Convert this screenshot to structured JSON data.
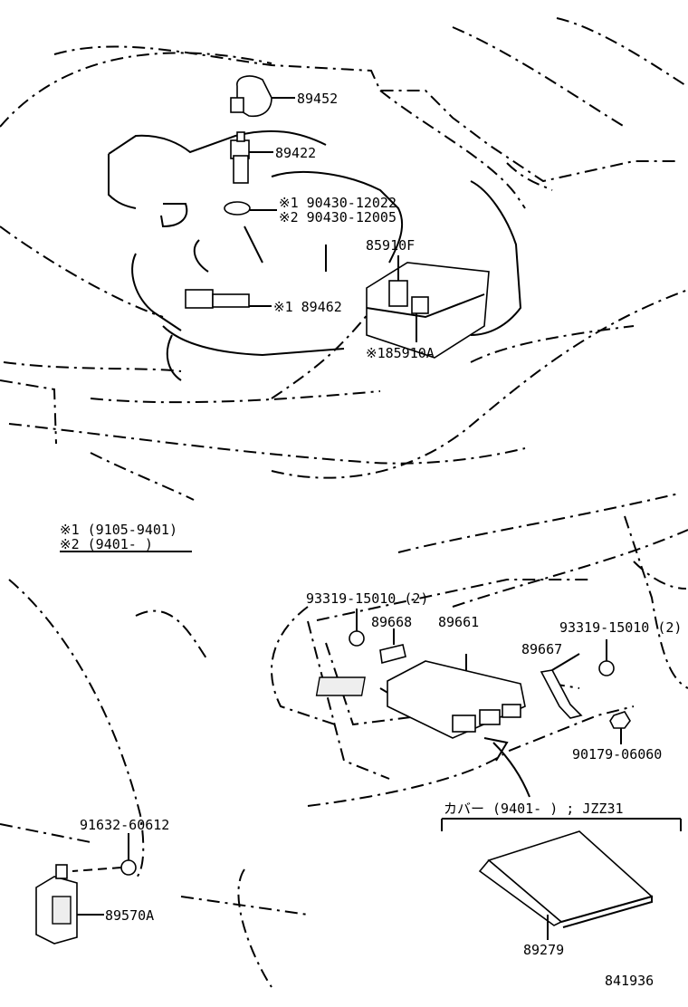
{
  "labels": {
    "p89452": "89452",
    "p89422": "89422",
    "c1_code": "※1  90430-12022",
    "c2_code": "※2  90430-12005",
    "p85910F": "85910F",
    "p89462": "※1 89462",
    "p185910A": "※185910A",
    "legend1": "※1  (9105-9401)",
    "legend2": "※2  (9401-      )",
    "p93319_left": "93319-15010 (2)",
    "p89668": "89668",
    "p89661": "89661",
    "p89667": "89667",
    "p93319_right": "93319-15010 (2)",
    "p90179": "90179-06060",
    "p91632": "91632-60612",
    "p89570A": "89570A",
    "cover_note": "カバー  (9401-        ) ; JZZ31",
    "p89279": "89279",
    "diagram_no": "841936"
  }
}
